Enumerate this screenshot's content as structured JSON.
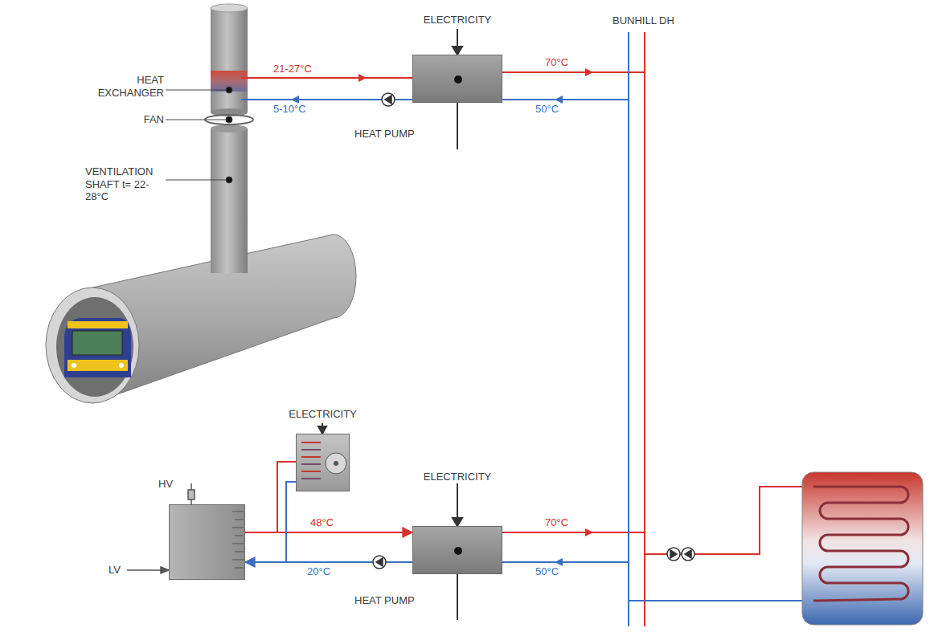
{
  "diagram": {
    "nodes": [
      {
        "text": [
          "ELECTRICITY",
          "HEAT PUMP"
        ]
      },
      {
        "text": [
          "ELECTRICITY"
        ]
      },
      {
        "text": [
          "HV",
          "LV"
        ]
      },
      {
        "text": [
          "ELECTRICITY",
          "HEAT PUMP"
        ]
      }
    ],
    "edges": [
      {
        "from": 2,
        "to": 3,
        "label": "48°C",
        "arrow": "to"
      },
      {
        "from": 3,
        "to": 2,
        "label": "20°C",
        "arrow": "to"
      },
      {
        "from": 2,
        "to": 1,
        "arrow": "none"
      },
      {
        "from": 1,
        "to": 2,
        "arrow": "none"
      }
    ],
    "labels": [
      "BUNHILL DH",
      "HEAT EXCHANGER",
      "21-27°C",
      "70°C",
      "FAN",
      "5-10°C",
      "50°C",
      "VENTILATION SHAFT t= 22-28°C",
      "70°C",
      "50°C"
    ]
  }
}
